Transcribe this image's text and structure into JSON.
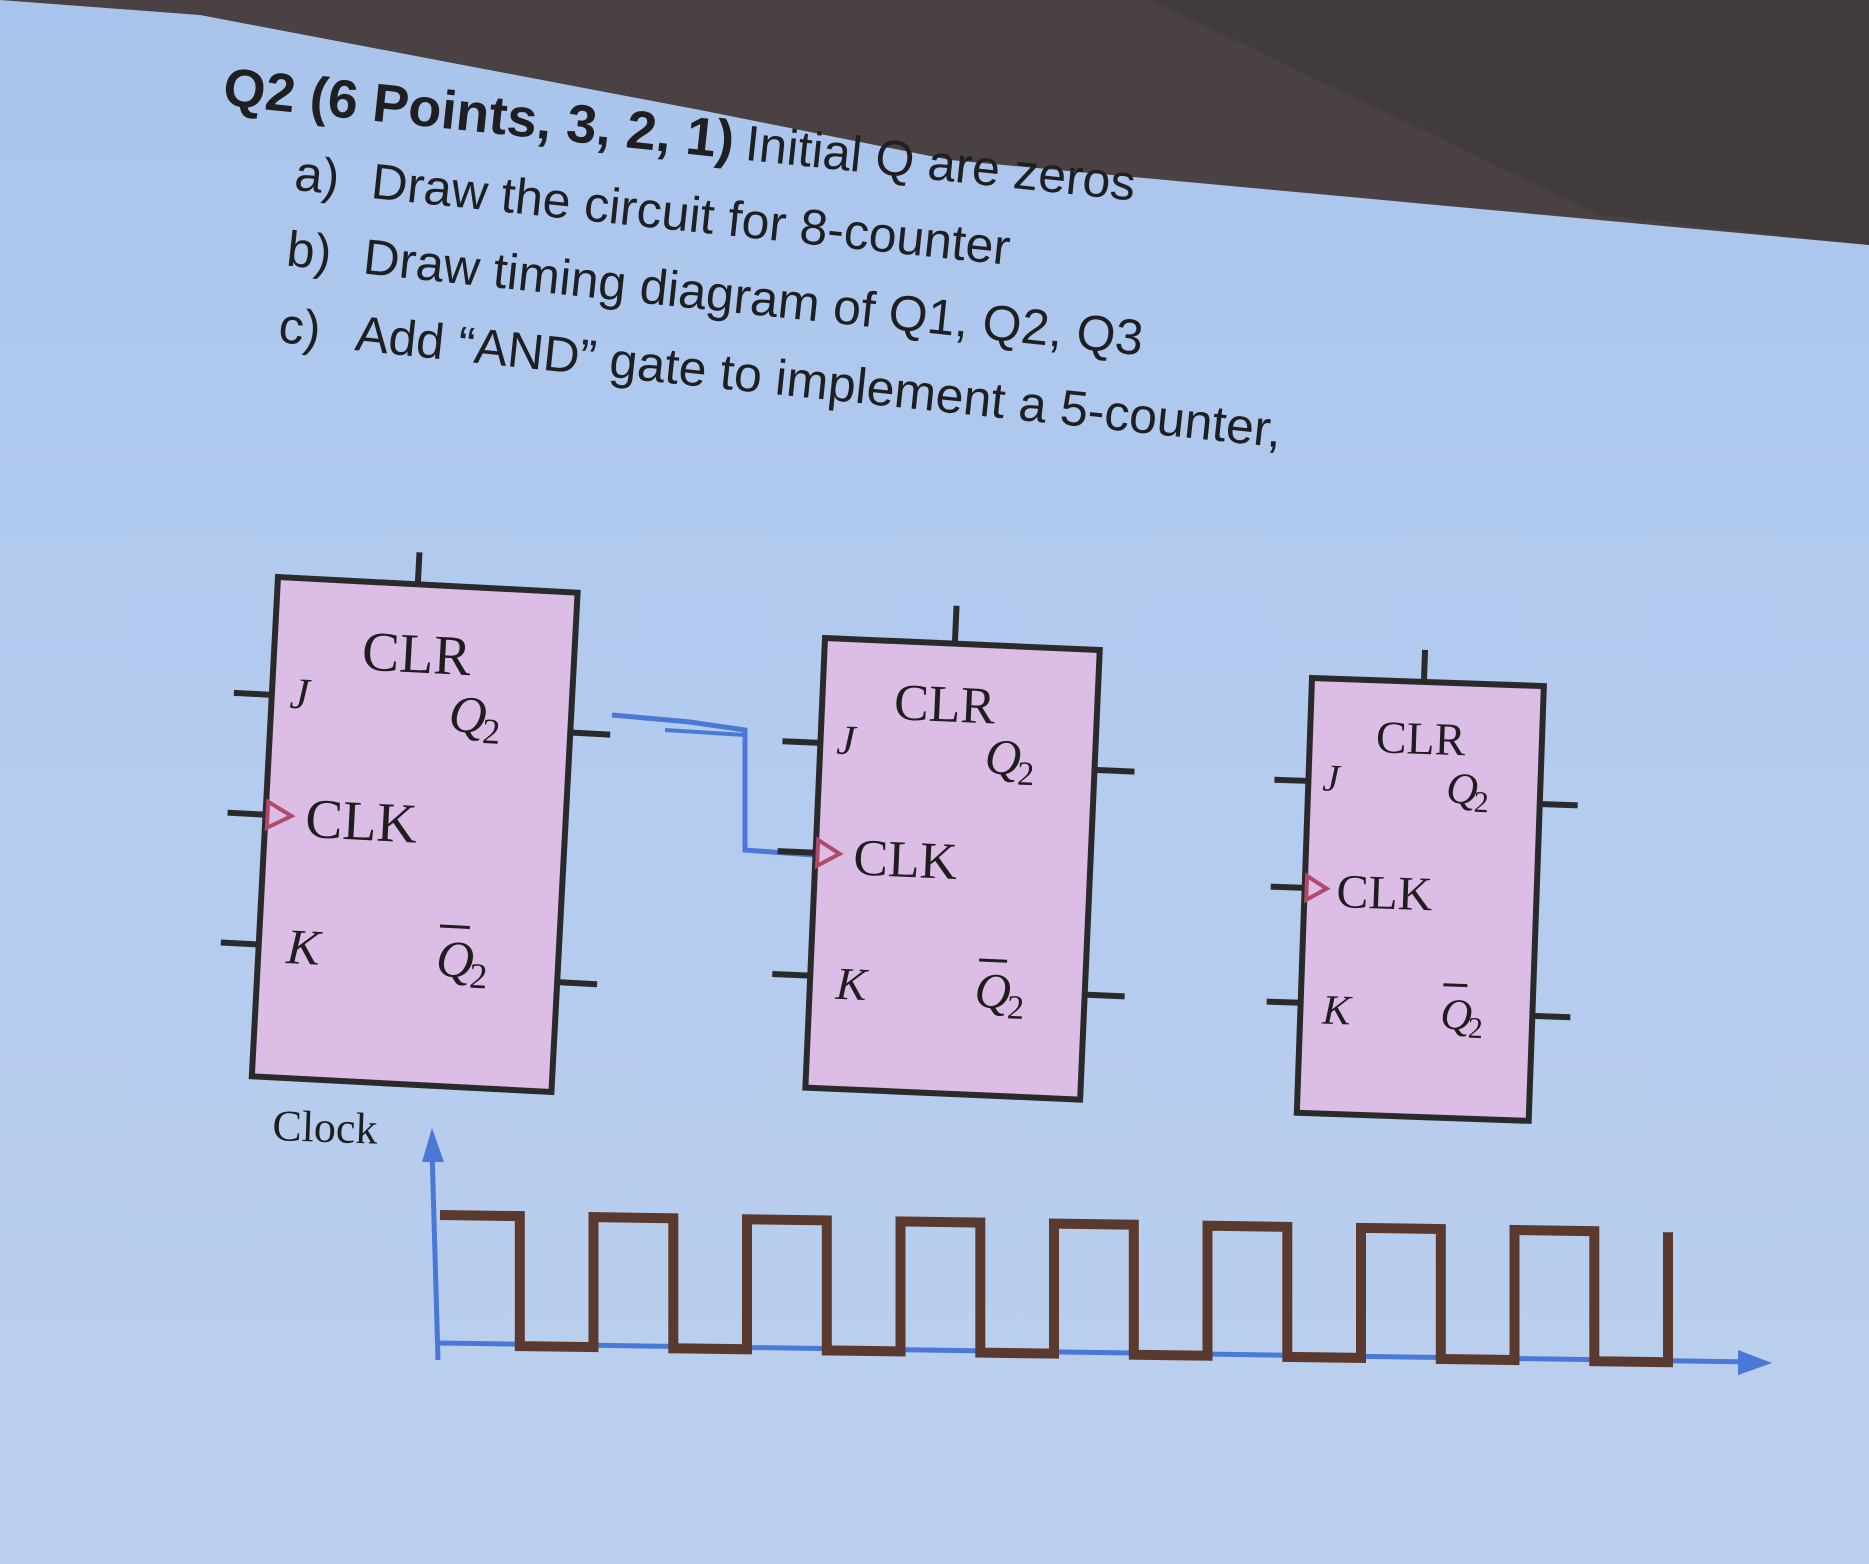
{
  "question": {
    "heading": "Q2 (6 Points, 3, 2, 1)",
    "note": "Initial Q are zeros",
    "parts": [
      {
        "marker": "a)",
        "text": "Draw the circuit for 8-counter"
      },
      {
        "marker": "b)",
        "text": "Draw timing diagram of Q1, Q2, Q3"
      },
      {
        "marker": "c)",
        "text": "Add “AND” gate to implement a 5-counter,"
      }
    ]
  },
  "flip_flops": [
    {
      "clr": "CLR",
      "j": "J",
      "q": "Q",
      "q_sub": "2",
      "clk": "CLK",
      "k": "K",
      "qbar": "Q",
      "qbar_sub": "2"
    },
    {
      "clr": "CLR",
      "j": "J",
      "q": "Q",
      "q_sub": "2",
      "clk": "CLK",
      "k": "K",
      "qbar": "Q",
      "qbar_sub": "2"
    },
    {
      "clr": "CLR",
      "j": "J",
      "q": "Q",
      "q_sub": "2",
      "clk": "CLK",
      "k": "K",
      "qbar": "Q",
      "qbar_sub": "2"
    }
  ],
  "timing": {
    "signal_label": "Clock",
    "pulse_count": 8
  },
  "colors": {
    "flip_flop_fill": "#dcbde6",
    "flip_flop_border": "#2a2a2a",
    "clock_wave": "#5a3a2e",
    "axis": "#4a78d6",
    "wire": "#4a78d6",
    "clk_triangle": "#b04a6a",
    "dark_band": "#4a4142"
  }
}
